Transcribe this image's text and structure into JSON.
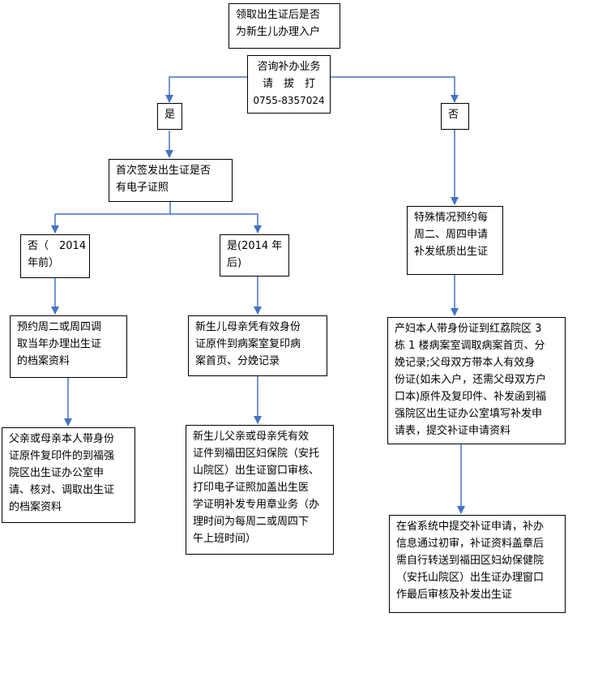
{
  "colors": {
    "connector": "#4472C4",
    "border": "#000000",
    "background": "#FFFFFF"
  },
  "nodes": {
    "start": [
      "领取出生证后是否",
      "为新生儿办理入户"
    ],
    "consult": [
      "咨询补办业务",
      "请　拔　打",
      "0755-8357024"
    ],
    "yes": [
      "是"
    ],
    "no": [
      "否"
    ],
    "first_issue": [
      "首次签发出生证是否",
      "有电子证照"
    ],
    "before_2014": [
      "否（　2014",
      "年前）"
    ],
    "after_2014": [
      "是(2014 年",
      "后)"
    ],
    "special": [
      "特殊情况预约每",
      "周二、周四申请",
      "补发纸质出生证"
    ],
    "book_archive": [
      "预约周二或周四调",
      "取当年办理出生证",
      "的档案资料"
    ],
    "mother_copy": [
      "新生儿母亲凭有效身份",
      "证原件到病案室复印病",
      "案首页、分娩记录"
    ],
    "maternal_docs": [
      "产妇本人带身份证到红荔院区 3",
      "栋 1 楼病案室调取病案首页、分",
      "娩记录;父母双方带本人有效身",
      "份证(如未入户，还需父母双方户",
      "口本)原件及复印件、补发函到福",
      "强院区出生证办公室填写补发申",
      "请表，提交补证申请资料"
    ],
    "parent_fuqiang": [
      "父亲或母亲本人带身份",
      "证原件复印件的到福强",
      "院区出生证办公室申",
      "请、核对、调取出生证",
      "的档案资料"
    ],
    "parent_anto": [
      "新生儿父亲或母亲凭有效",
      "证件到福田区妇保院（安托",
      "山院区）出生证窗口审核、",
      "打印电子证照加盖出生医",
      "学证明补发专用章业务（办",
      "理时间为每周二或周四下",
      "午上班时间）"
    ],
    "provincial": [
      "在省系统中提交补证申请，补办",
      "信息通过初审，补证资料盖章后",
      "需自行转送到福田区妇幼保健院",
      "（安托山院区）出生证办理窗口",
      "作最后审核及补发出生证"
    ]
  }
}
